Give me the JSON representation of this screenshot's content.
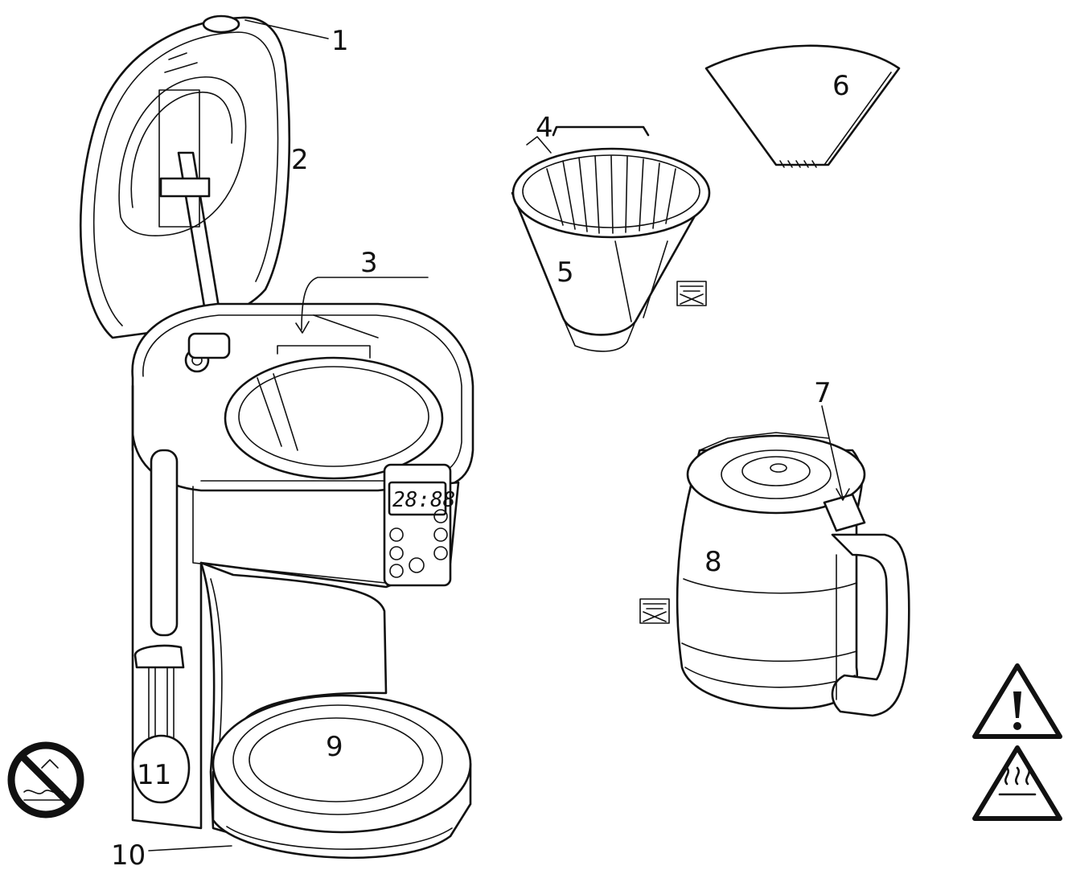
{
  "diagram": {
    "callouts": [
      {
        "id": "1",
        "label": "1"
      },
      {
        "id": "2",
        "label": "2"
      },
      {
        "id": "3",
        "label": "3"
      },
      {
        "id": "4",
        "label": "4"
      },
      {
        "id": "5",
        "label": "5"
      },
      {
        "id": "6",
        "label": "6"
      },
      {
        "id": "7",
        "label": "7"
      },
      {
        "id": "8",
        "label": "8"
      },
      {
        "id": "9",
        "label": "9"
      },
      {
        "id": "10",
        "label": "10"
      },
      {
        "id": "11",
        "label": "11"
      }
    ],
    "display_readout": "28:88",
    "icons": {
      "no_water_immersion": "no-immersion-icon",
      "dishwasher_unsafe": "no-dishwasher-icon",
      "warning": "warning-triangle-icon",
      "hot_surface": "hot-surface-icon"
    },
    "colors": {
      "line": "#111111",
      "background": "#ffffff"
    }
  }
}
